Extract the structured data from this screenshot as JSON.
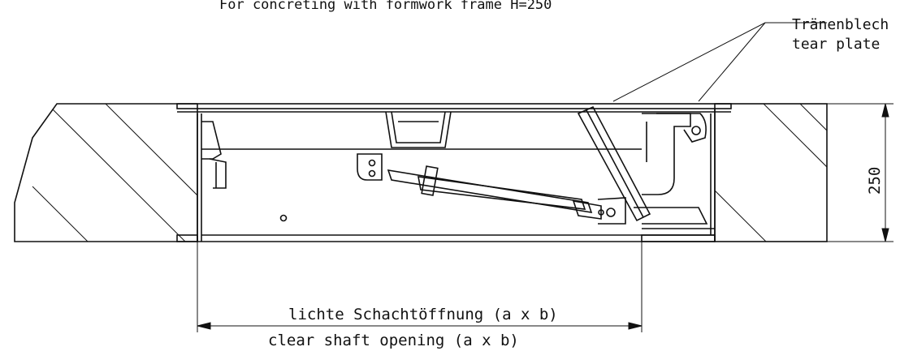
{
  "drawing": {
    "title_partial": "For concreting with formwork frame H=250",
    "callout_de": "Tränenblech",
    "callout_en": "tear plate",
    "dimension_height": "250",
    "opening_label_de": "lichte Schachtöffnung (a x b)",
    "opening_label_en": "clear shaft opening (a x b)"
  }
}
